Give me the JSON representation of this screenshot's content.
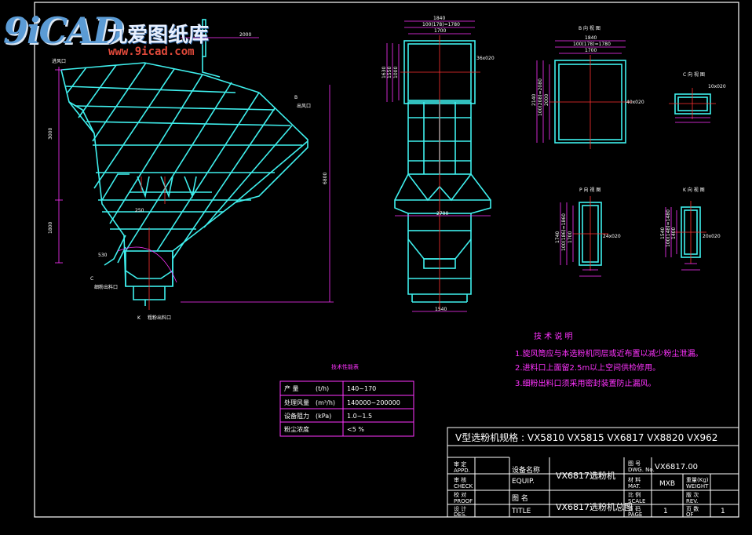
{
  "logo": {
    "mark": "9iCAD",
    "name": "九爱图纸库",
    "url": "www.9icad.com"
  },
  "views": {
    "main": {
      "dim_top": "2000",
      "dim_left_upper": "3000",
      "dim_left_lower": "1800",
      "dim_total_height": "6800",
      "dim_inner": "250",
      "dim_small": "530",
      "label_inlet": "进风口",
      "label_B": "B",
      "label_B_text": "出风口",
      "label_C": "C",
      "label_C_text": "细粉出料口",
      "label_K": "K",
      "label_K_text": "粗粉出料口"
    },
    "side": {
      "dim_top_outer": "1840",
      "dim_top_inner": "100(178)=1780",
      "dim_top_mid": "1700",
      "dim_side_a": "1630",
      "dim_side_b": "1550",
      "dim_side_c": "1000",
      "dim_note": "36x020",
      "dim_width_mid": "2700",
      "dim_bottom": "1540"
    },
    "b_view": {
      "title": "B 向 视 图",
      "dim_a": "1840",
      "dim_b": "100(178)=1780",
      "dim_c": "1700",
      "dim_d": "2140",
      "dim_e": "100(208)=2080",
      "dim_f": "2000",
      "dim_note": "40x020"
    },
    "c_view": {
      "title": "C 向 视 图",
      "dim_note": "10x020"
    },
    "p_view": {
      "title": "P 向 视 图",
      "dim_a": "1740",
      "dim_b": "100(186)=1860",
      "dim_c": "1700",
      "dim_note": "24x020"
    },
    "k_view": {
      "title": "K 向 视 图",
      "dim_a": "1540",
      "dim_b": "100(148)=1480",
      "dim_c": "1400",
      "dim_note": "20x020"
    }
  },
  "tech_notes": {
    "title": "技 术 说 明",
    "items": [
      "1.旋风筒应与本选粉机同层或近布置以减少粉尘泄漏。",
      "2.进料口上面留2.5m以上空间供检修用。",
      "3.细粉出料口须采用密封装置防止漏风。"
    ]
  },
  "params": {
    "title": "技术性能表",
    "rows": [
      {
        "name": "产 量",
        "unit": "(t/h)",
        "value": "140~170"
      },
      {
        "name": "处理风量",
        "unit": "(m³/h)",
        "value": "140000~200000"
      },
      {
        "name": "设备阻力",
        "unit": "(kPa)",
        "value": "1.0~1.5"
      },
      {
        "name": "粉尘浓度",
        "unit": "",
        "value": "<5 %"
      }
    ]
  },
  "title_block": {
    "series_label": "V型选粉机规格 : VX5810  VX5815  VX6817  VX8820  VX962",
    "roles": [
      {
        "cn": "审 定",
        "en": "APPD."
      },
      {
        "cn": "审 核",
        "en": "CHECK"
      },
      {
        "cn": "校 对",
        "en": "PROOF"
      },
      {
        "cn": "设 计",
        "en": "DES."
      }
    ],
    "equip_label_cn": "设备名称",
    "equip_label_en": "EQUIP.",
    "equip_value": "VX6817选粉机",
    "title_label_cn": "图 名",
    "title_label_en": "TITLE",
    "title_value": "VX6817选粉机总图",
    "dwg_label_cn": "图 号",
    "dwg_label_en": "DWG. No.",
    "dwg_value": "VX6817.00",
    "material_label_cn": "材 料",
    "material_label_en": "MAT.",
    "material_value": "MXB",
    "weight_label_cn": "重量(Kg)",
    "weight_label_en": "WEIGHT",
    "scale_label_cn": "比 例",
    "scale_label_en": "SCALE",
    "rev_label_cn": "版 次",
    "rev_label_en": "REV.",
    "page_label_cn": "页 码",
    "page_label_en": "PAGE",
    "page_value": "1",
    "of_label_cn": "页 数",
    "of_label_en": "OF",
    "of_value": "1"
  },
  "colors": {
    "cyan": "#3ff0ee",
    "magenta": "#ff33ff",
    "white": "#ffffff",
    "red": "#ff3030",
    "yellow": "#ffff40",
    "bg": "#000000"
  }
}
